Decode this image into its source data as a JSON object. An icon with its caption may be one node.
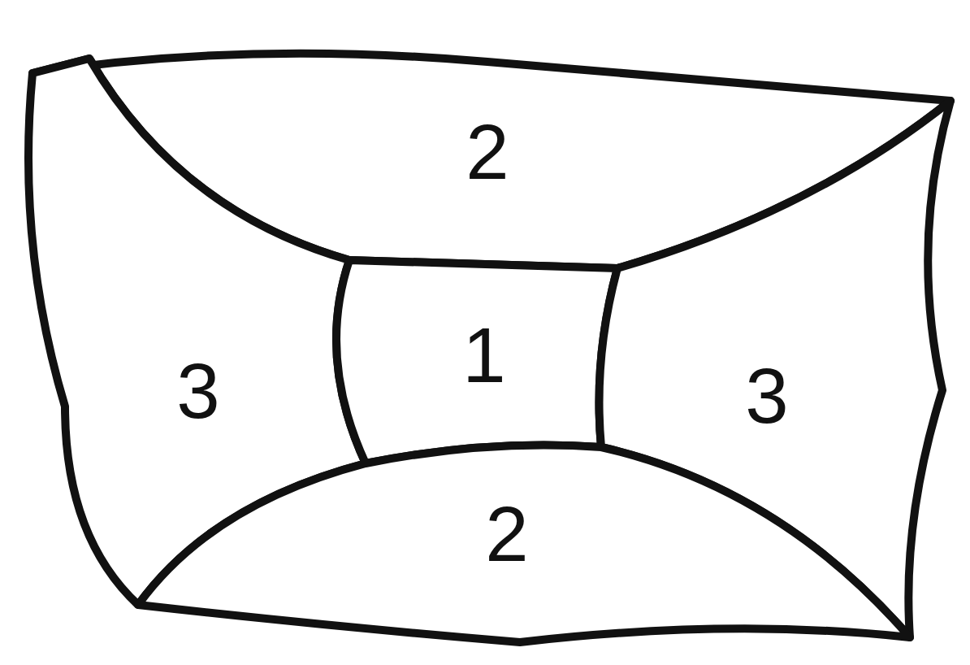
{
  "diagram": {
    "nodes": [
      {
        "text": [
          "2"
        ]
      },
      {
        "text": [
          "3"
        ]
      },
      {
        "text": [
          "1"
        ]
      },
      {
        "text": [
          "3"
        ]
      },
      {
        "text": [
          "2"
        ]
      }
    ]
  }
}
